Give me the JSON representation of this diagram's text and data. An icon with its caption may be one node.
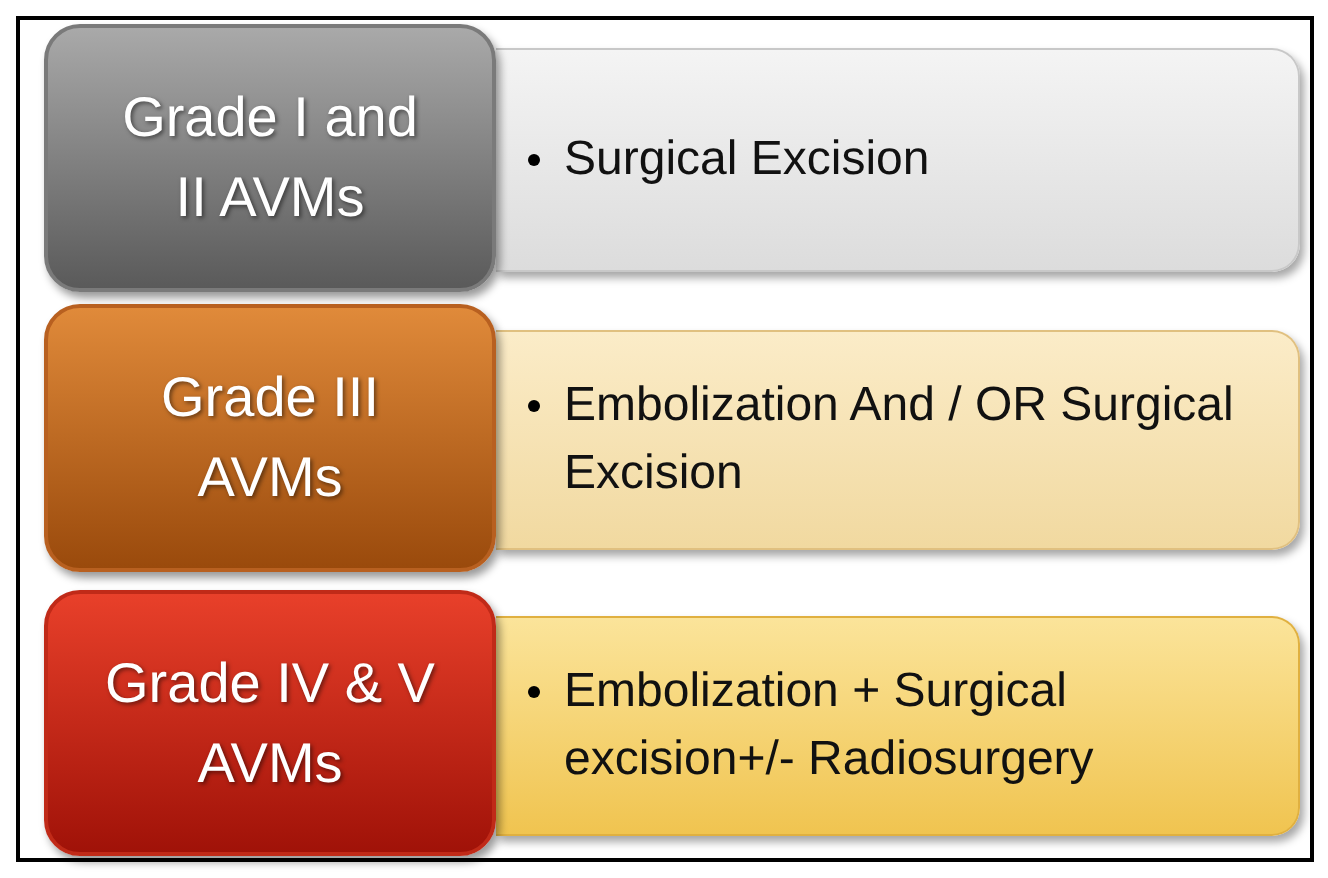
{
  "diagram": {
    "nodes": [
      {
        "text": [
          "Grade I and II AVMs"
        ]
      },
      {
        "text": [
          "Surgical Excision"
        ]
      },
      {
        "text": [
          "Grade III AVMs"
        ]
      },
      {
        "text": [
          "Embolization And / OR Surgical Excision"
        ]
      },
      {
        "text": [
          "Grade IV & V AVMs"
        ]
      },
      {
        "text": [
          "Embolization + Surgical excision+/- Radiosurgery"
        ]
      }
    ]
  }
}
